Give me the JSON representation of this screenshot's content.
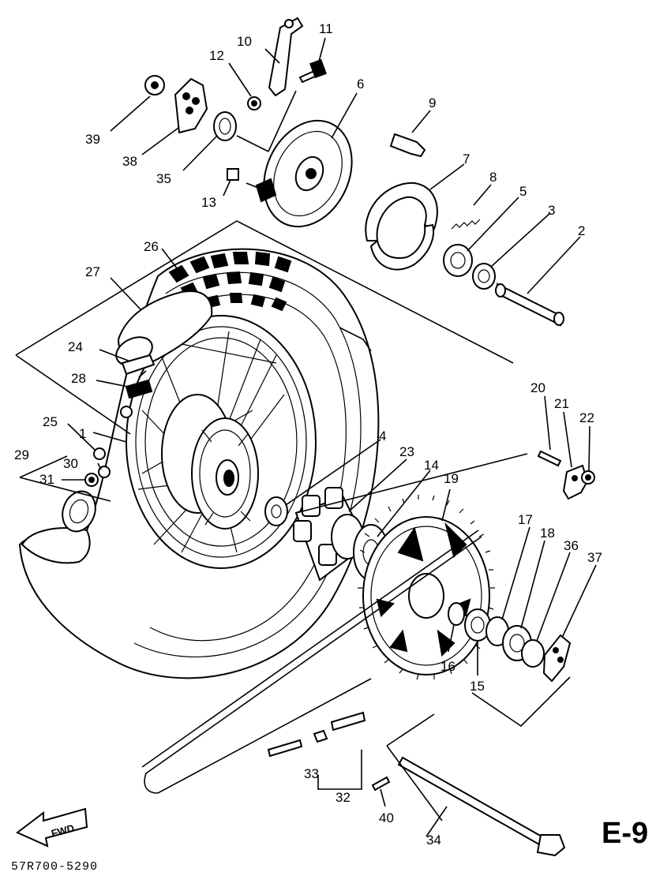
{
  "page_id": "E-9",
  "drawing_code": "57R700-5290",
  "fwd_label": "FWD",
  "callouts": [
    {
      "id": "p1",
      "label": "1"
    },
    {
      "id": "p2",
      "label": "2"
    },
    {
      "id": "p3",
      "label": "3"
    },
    {
      "id": "p4",
      "label": "4"
    },
    {
      "id": "p5",
      "label": "5"
    },
    {
      "id": "p6",
      "label": "6"
    },
    {
      "id": "p7",
      "label": "7"
    },
    {
      "id": "p8",
      "label": "8"
    },
    {
      "id": "p9",
      "label": "9"
    },
    {
      "id": "p10",
      "label": "10"
    },
    {
      "id": "p11",
      "label": "11"
    },
    {
      "id": "p12",
      "label": "12"
    },
    {
      "id": "p13",
      "label": "13"
    },
    {
      "id": "p14",
      "label": "14"
    },
    {
      "id": "p15",
      "label": "15"
    },
    {
      "id": "p16",
      "label": "16"
    },
    {
      "id": "p17",
      "label": "17"
    },
    {
      "id": "p18",
      "label": "18"
    },
    {
      "id": "p19",
      "label": "19"
    },
    {
      "id": "p20",
      "label": "20"
    },
    {
      "id": "p21",
      "label": "21"
    },
    {
      "id": "p22",
      "label": "22"
    },
    {
      "id": "p23",
      "label": "23"
    },
    {
      "id": "p24",
      "label": "24"
    },
    {
      "id": "p25",
      "label": "25"
    },
    {
      "id": "p26",
      "label": "26"
    },
    {
      "id": "p27",
      "label": "27"
    },
    {
      "id": "p28",
      "label": "28"
    },
    {
      "id": "p29",
      "label": "29"
    },
    {
      "id": "p30",
      "label": "30"
    },
    {
      "id": "p31",
      "label": "31"
    },
    {
      "id": "p32",
      "label": "32"
    },
    {
      "id": "p33",
      "label": "33"
    },
    {
      "id": "p34",
      "label": "34"
    },
    {
      "id": "p35",
      "label": "35"
    },
    {
      "id": "p36",
      "label": "36"
    },
    {
      "id": "p37",
      "label": "37"
    },
    {
      "id": "p38",
      "label": "38"
    },
    {
      "id": "p39",
      "label": "39"
    },
    {
      "id": "p40",
      "label": "40"
    }
  ]
}
